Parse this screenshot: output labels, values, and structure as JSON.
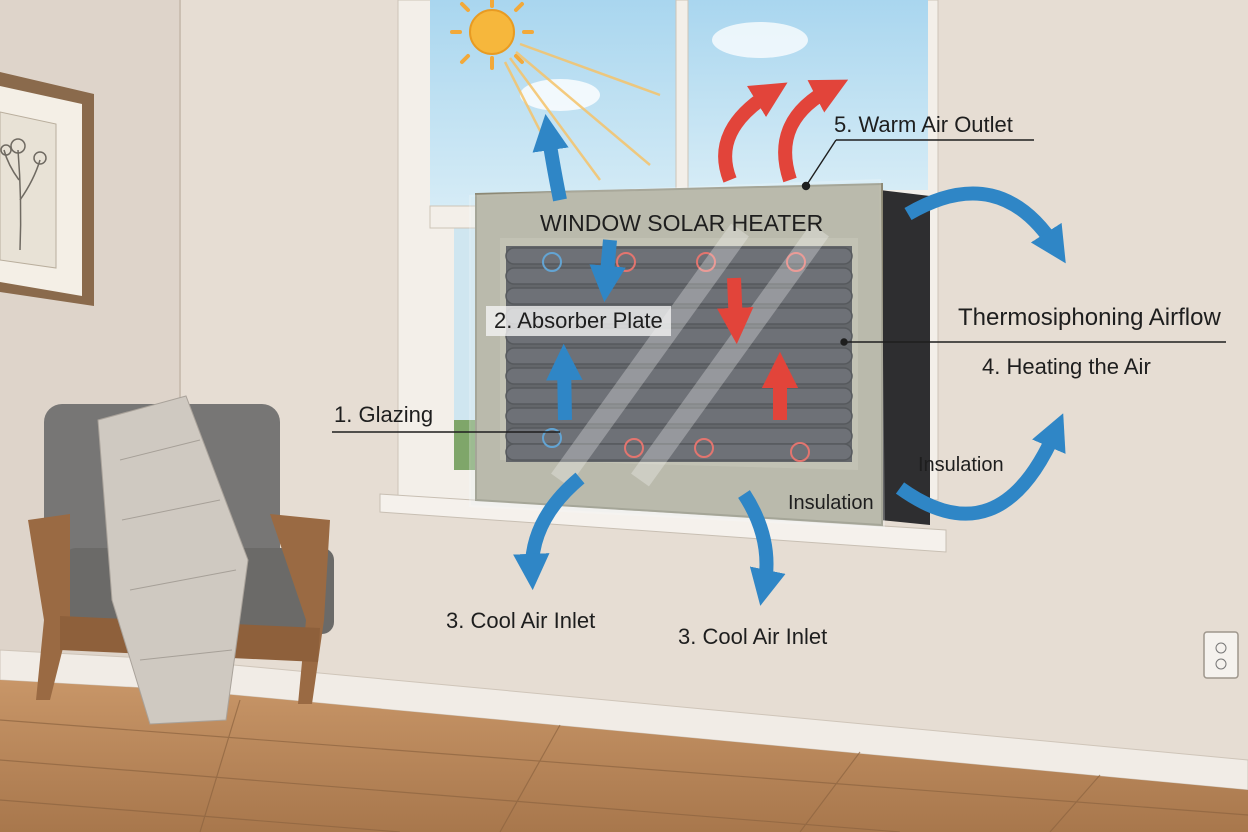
{
  "diagram": {
    "title": "WINDOW SOLAR HEATER",
    "labels": {
      "glazing": "1. Glazing",
      "absorber_plate": "2. Absorber Plate",
      "cool_air_inlet_left": "3. Cool Air Inlet",
      "cool_air_inlet_right": "3. Cool Air Inlet",
      "heating_the_air": "4. Heating the Air",
      "warm_air_outlet": "5. Warm Air Outlet",
      "thermosiphoning_airflow": "Thermosiphoning Airflow",
      "insulation_bottom": "Insulation",
      "insulation_side": "Insulation"
    }
  },
  "colors": {
    "wall": "#e6ddd3",
    "floor": "#b78457",
    "cool_arrow": "#2f86c6",
    "warm_arrow": "#e2443a",
    "absorber": "#2f2f33",
    "insulation_frame": "#a8a48f",
    "sky": "#bfe0f2",
    "sun": "#f6b73c"
  },
  "icons": {
    "sun": "sun-icon",
    "outlet": "electrical-outlet-icon",
    "chair": "armchair-icon",
    "picture": "framed-picture-icon"
  }
}
